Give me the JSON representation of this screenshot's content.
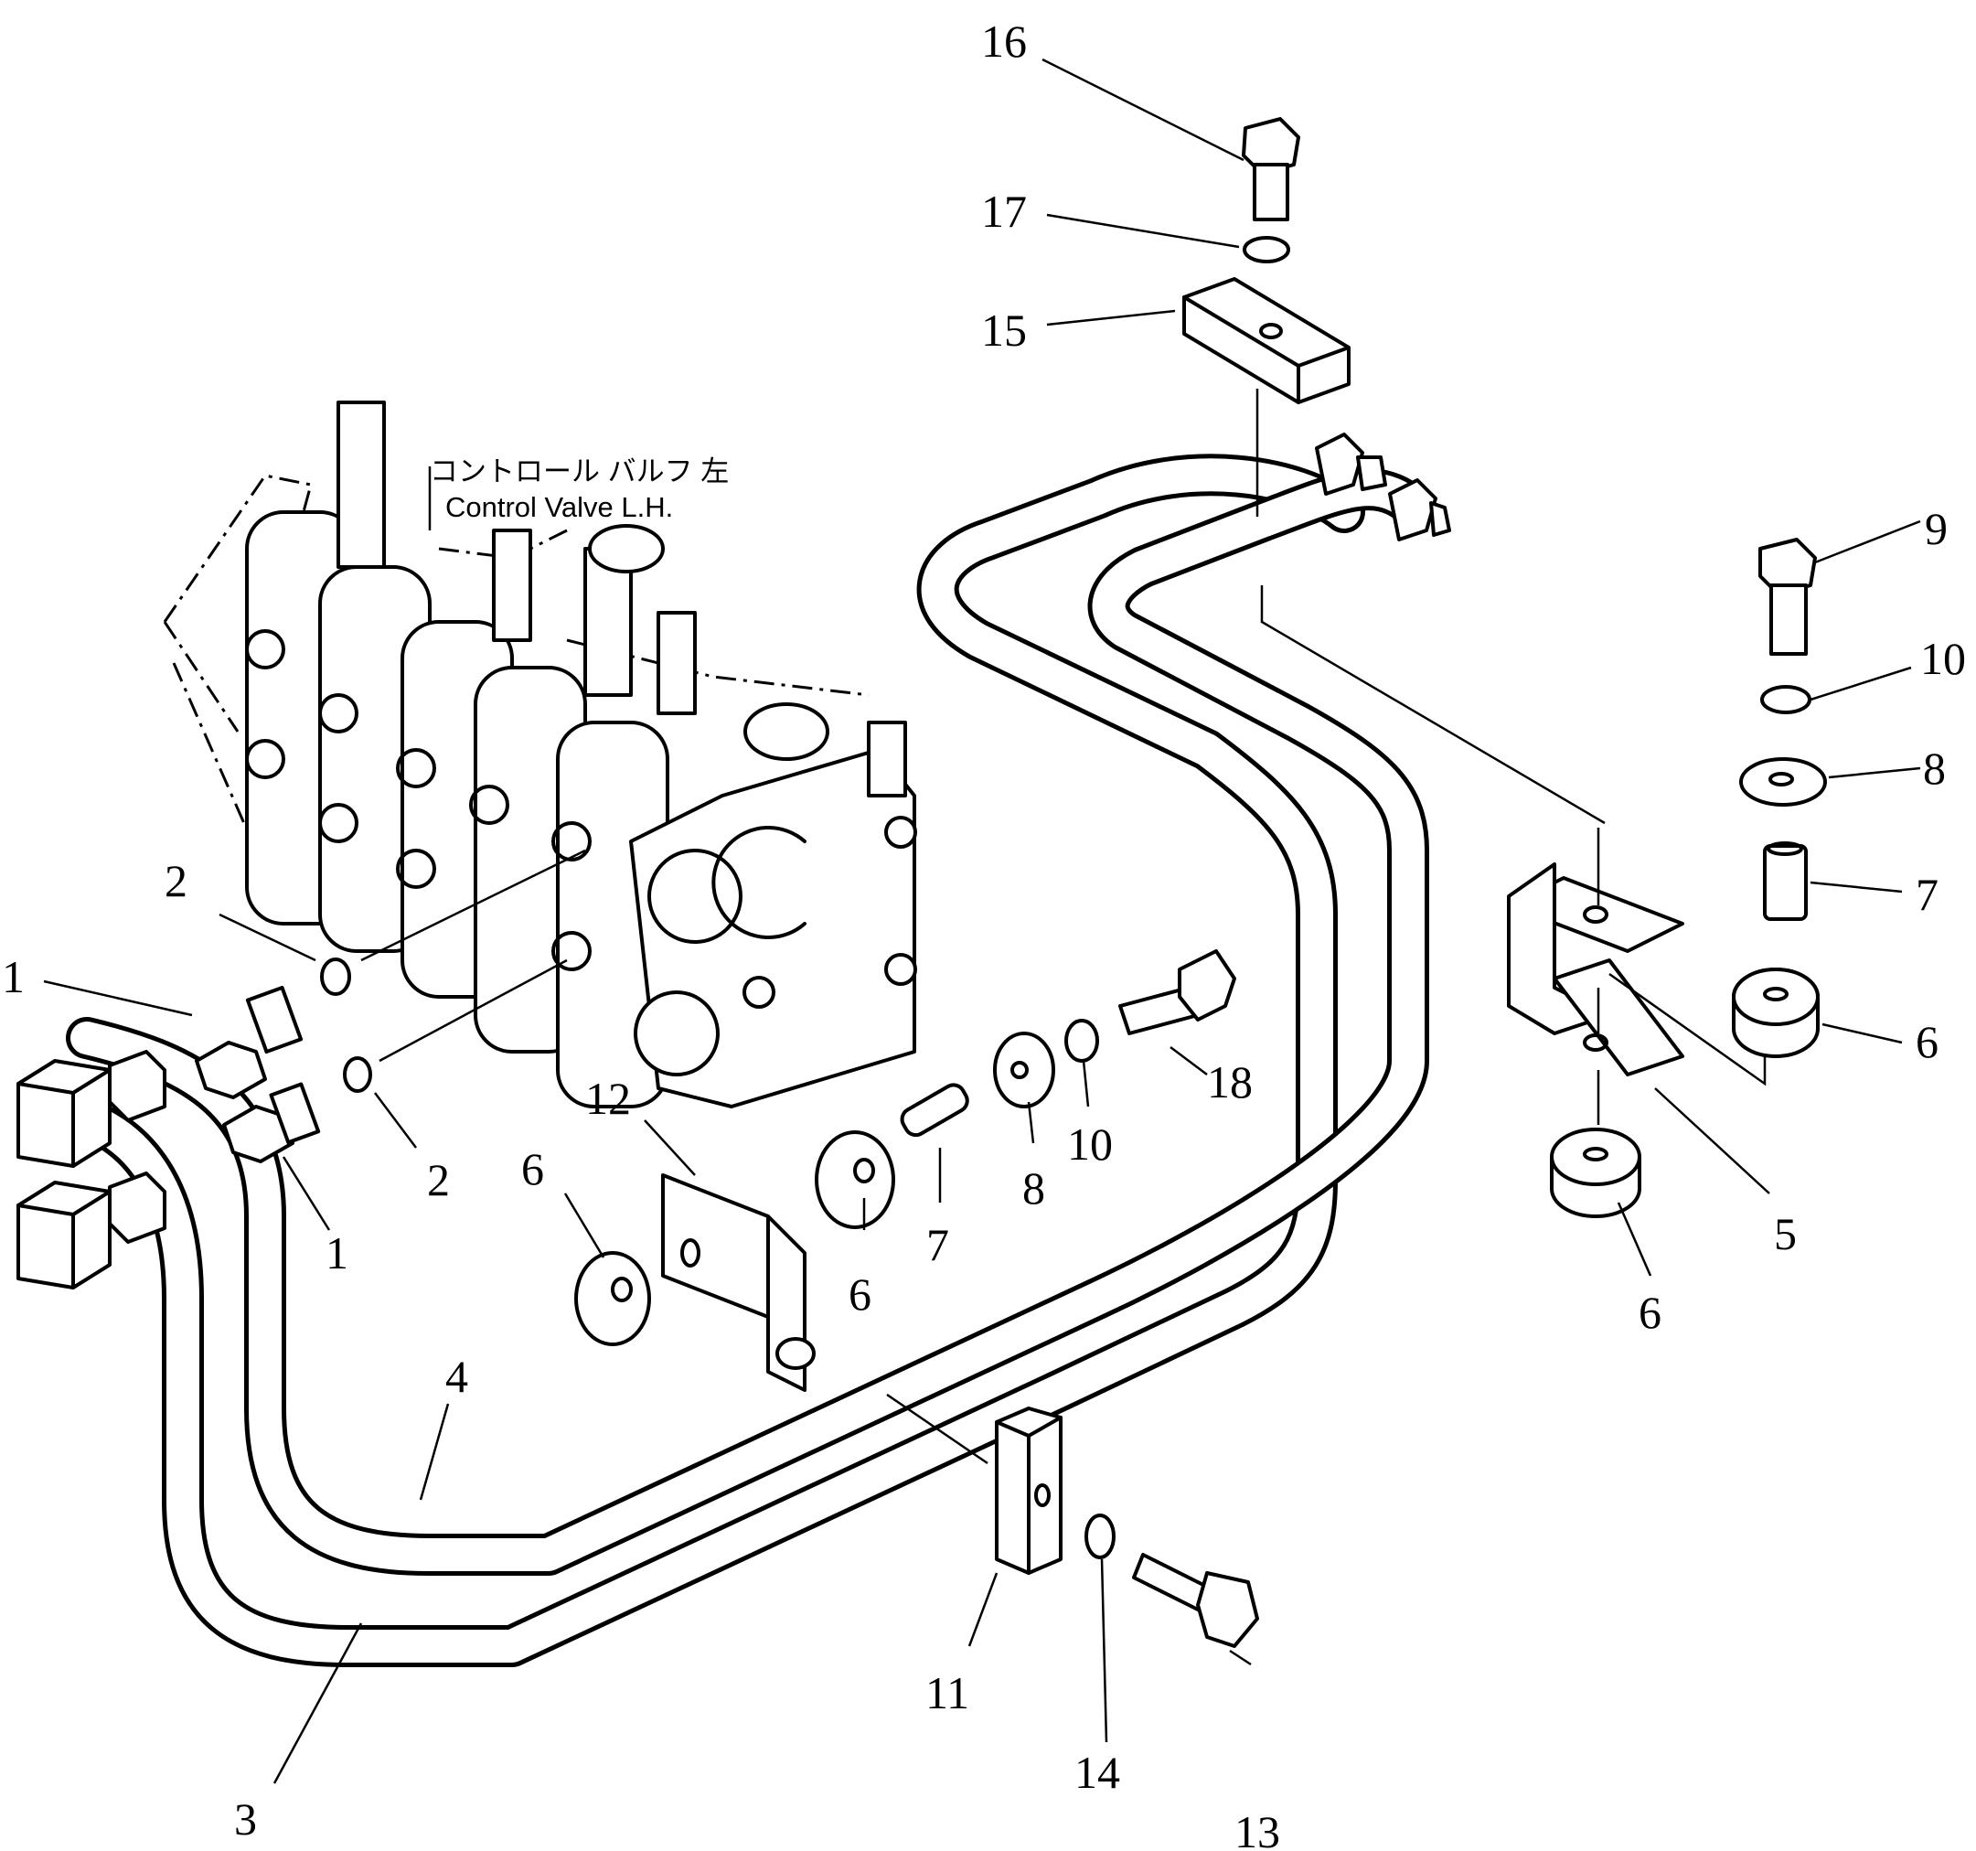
{
  "diagram": {
    "annotation": {
      "line_ja": "コントロール バルフ 左",
      "line_en": "Control Valve L.H."
    },
    "callouts": {
      "c1a": "1",
      "c1b": "1",
      "c2a": "2",
      "c2b": "2",
      "c3": "3",
      "c4": "4",
      "c5": "5",
      "c6a": "6",
      "c6b": "6",
      "c6c": "6",
      "c6d": "6",
      "c7a": "7",
      "c7b": "7",
      "c8a": "8",
      "c8b": "8",
      "c9": "9",
      "c10a": "10",
      "c10b": "10",
      "c11": "11",
      "c12": "12",
      "c13": "13",
      "c14": "14",
      "c15": "15",
      "c16": "16",
      "c17": "17",
      "c18": "18"
    }
  }
}
